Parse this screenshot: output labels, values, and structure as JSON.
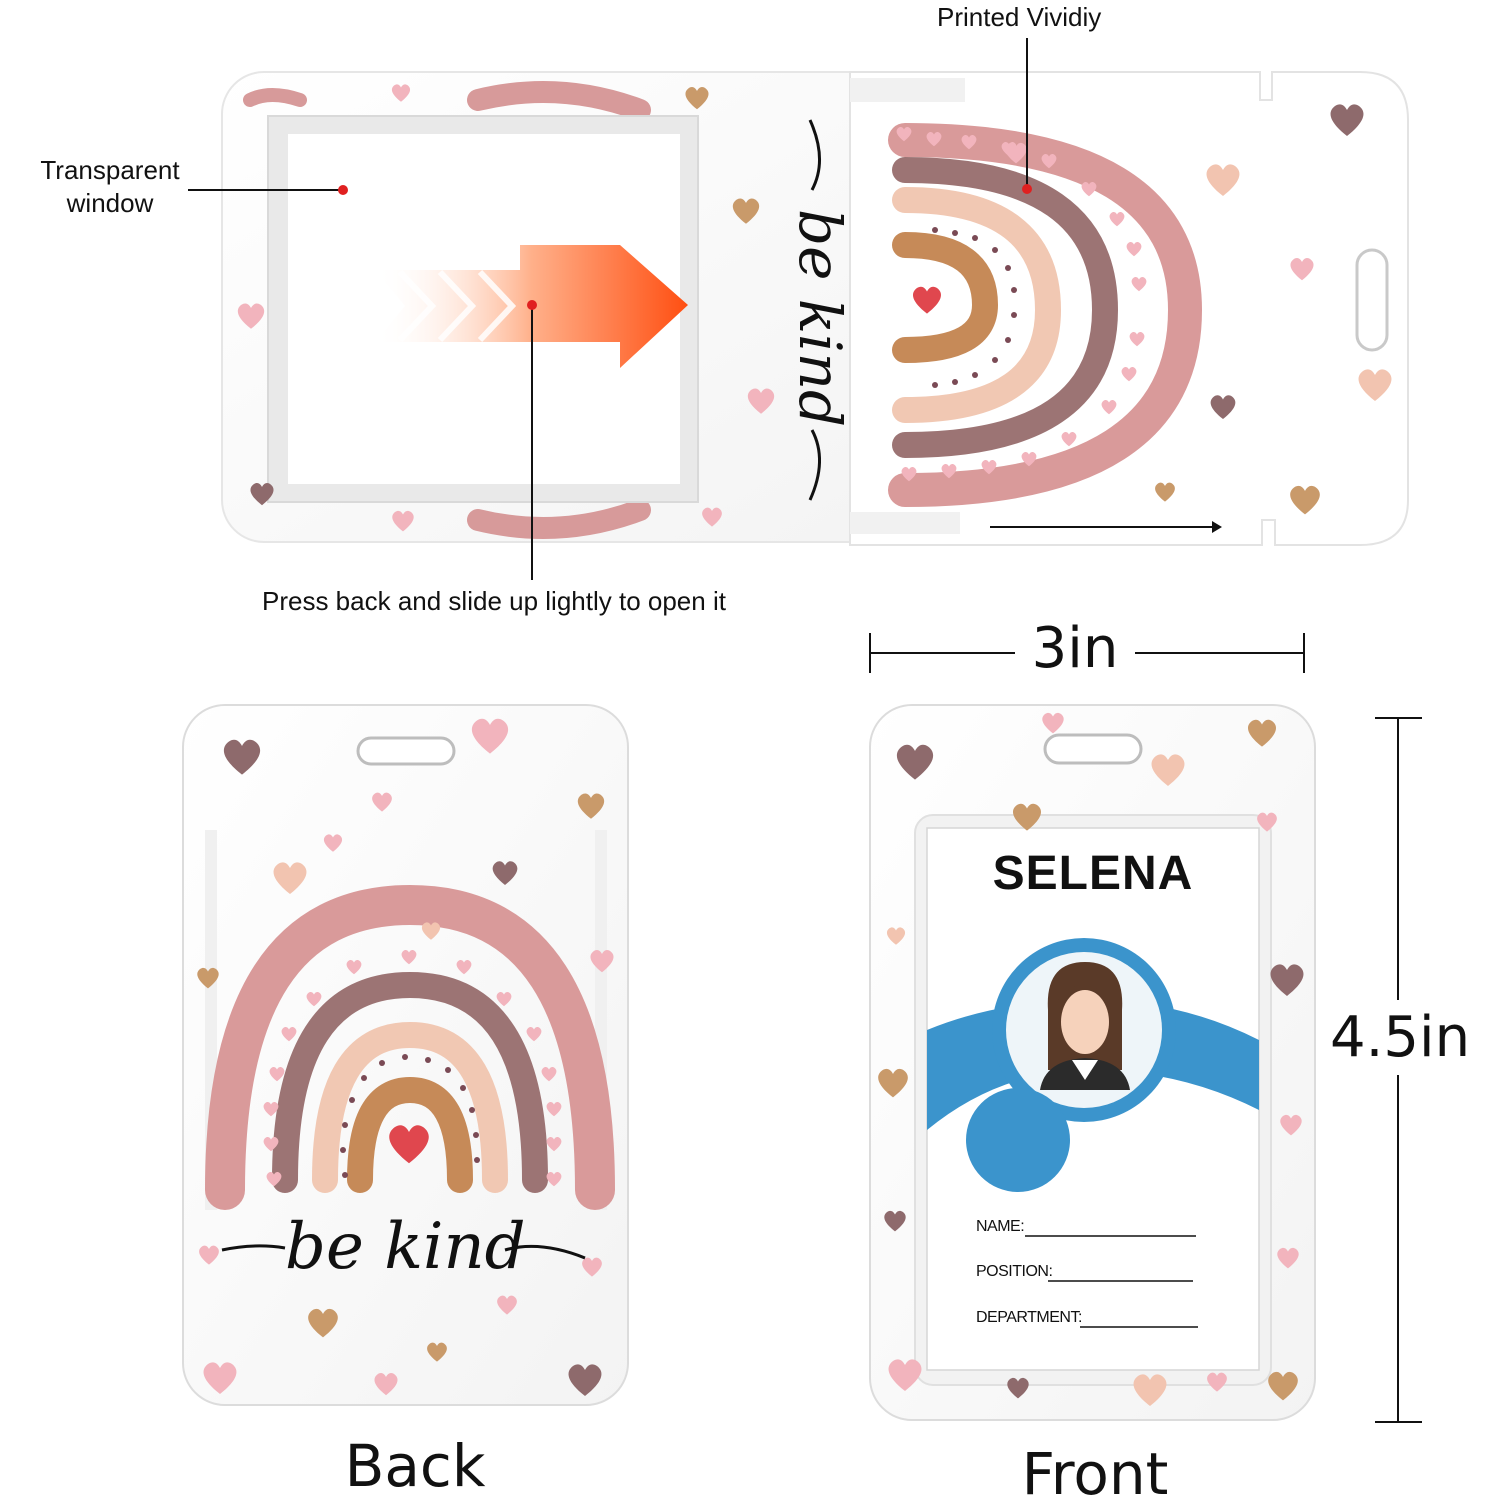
{
  "callouts": {
    "printed": "Printed Vividiy",
    "window_line1": "Transparent",
    "window_line2": "window",
    "slide": "Press back and slide up lightly to open it"
  },
  "dimensions": {
    "width": "3in",
    "height": "4.5in"
  },
  "labels": {
    "back": "Back",
    "front": "Front"
  },
  "card_text": {
    "be_kind": "be kind"
  },
  "id_card": {
    "name": "SELENA",
    "fields": [
      "NAME:",
      "POSITION:",
      "DEPARTMENT:"
    ]
  },
  "icons": {
    "hearts": "heart-icon",
    "arrow": "arrow-right-icon",
    "avatar": "person-avatar-icon"
  },
  "colors": {
    "heart_pink": "#f2b4bd",
    "heart_mauve": "#8e6a6c",
    "heart_tan": "#c99a6a",
    "rainbow_outer": "#d99a9a",
    "rainbow_mauve": "#9c7474",
    "rainbow_peach": "#f1c8b3",
    "rainbow_tan": "#c68a58",
    "heart_red": "#e0474e",
    "arrow_orange": "#ff5a1f",
    "id_blue": "#3b94cc"
  }
}
